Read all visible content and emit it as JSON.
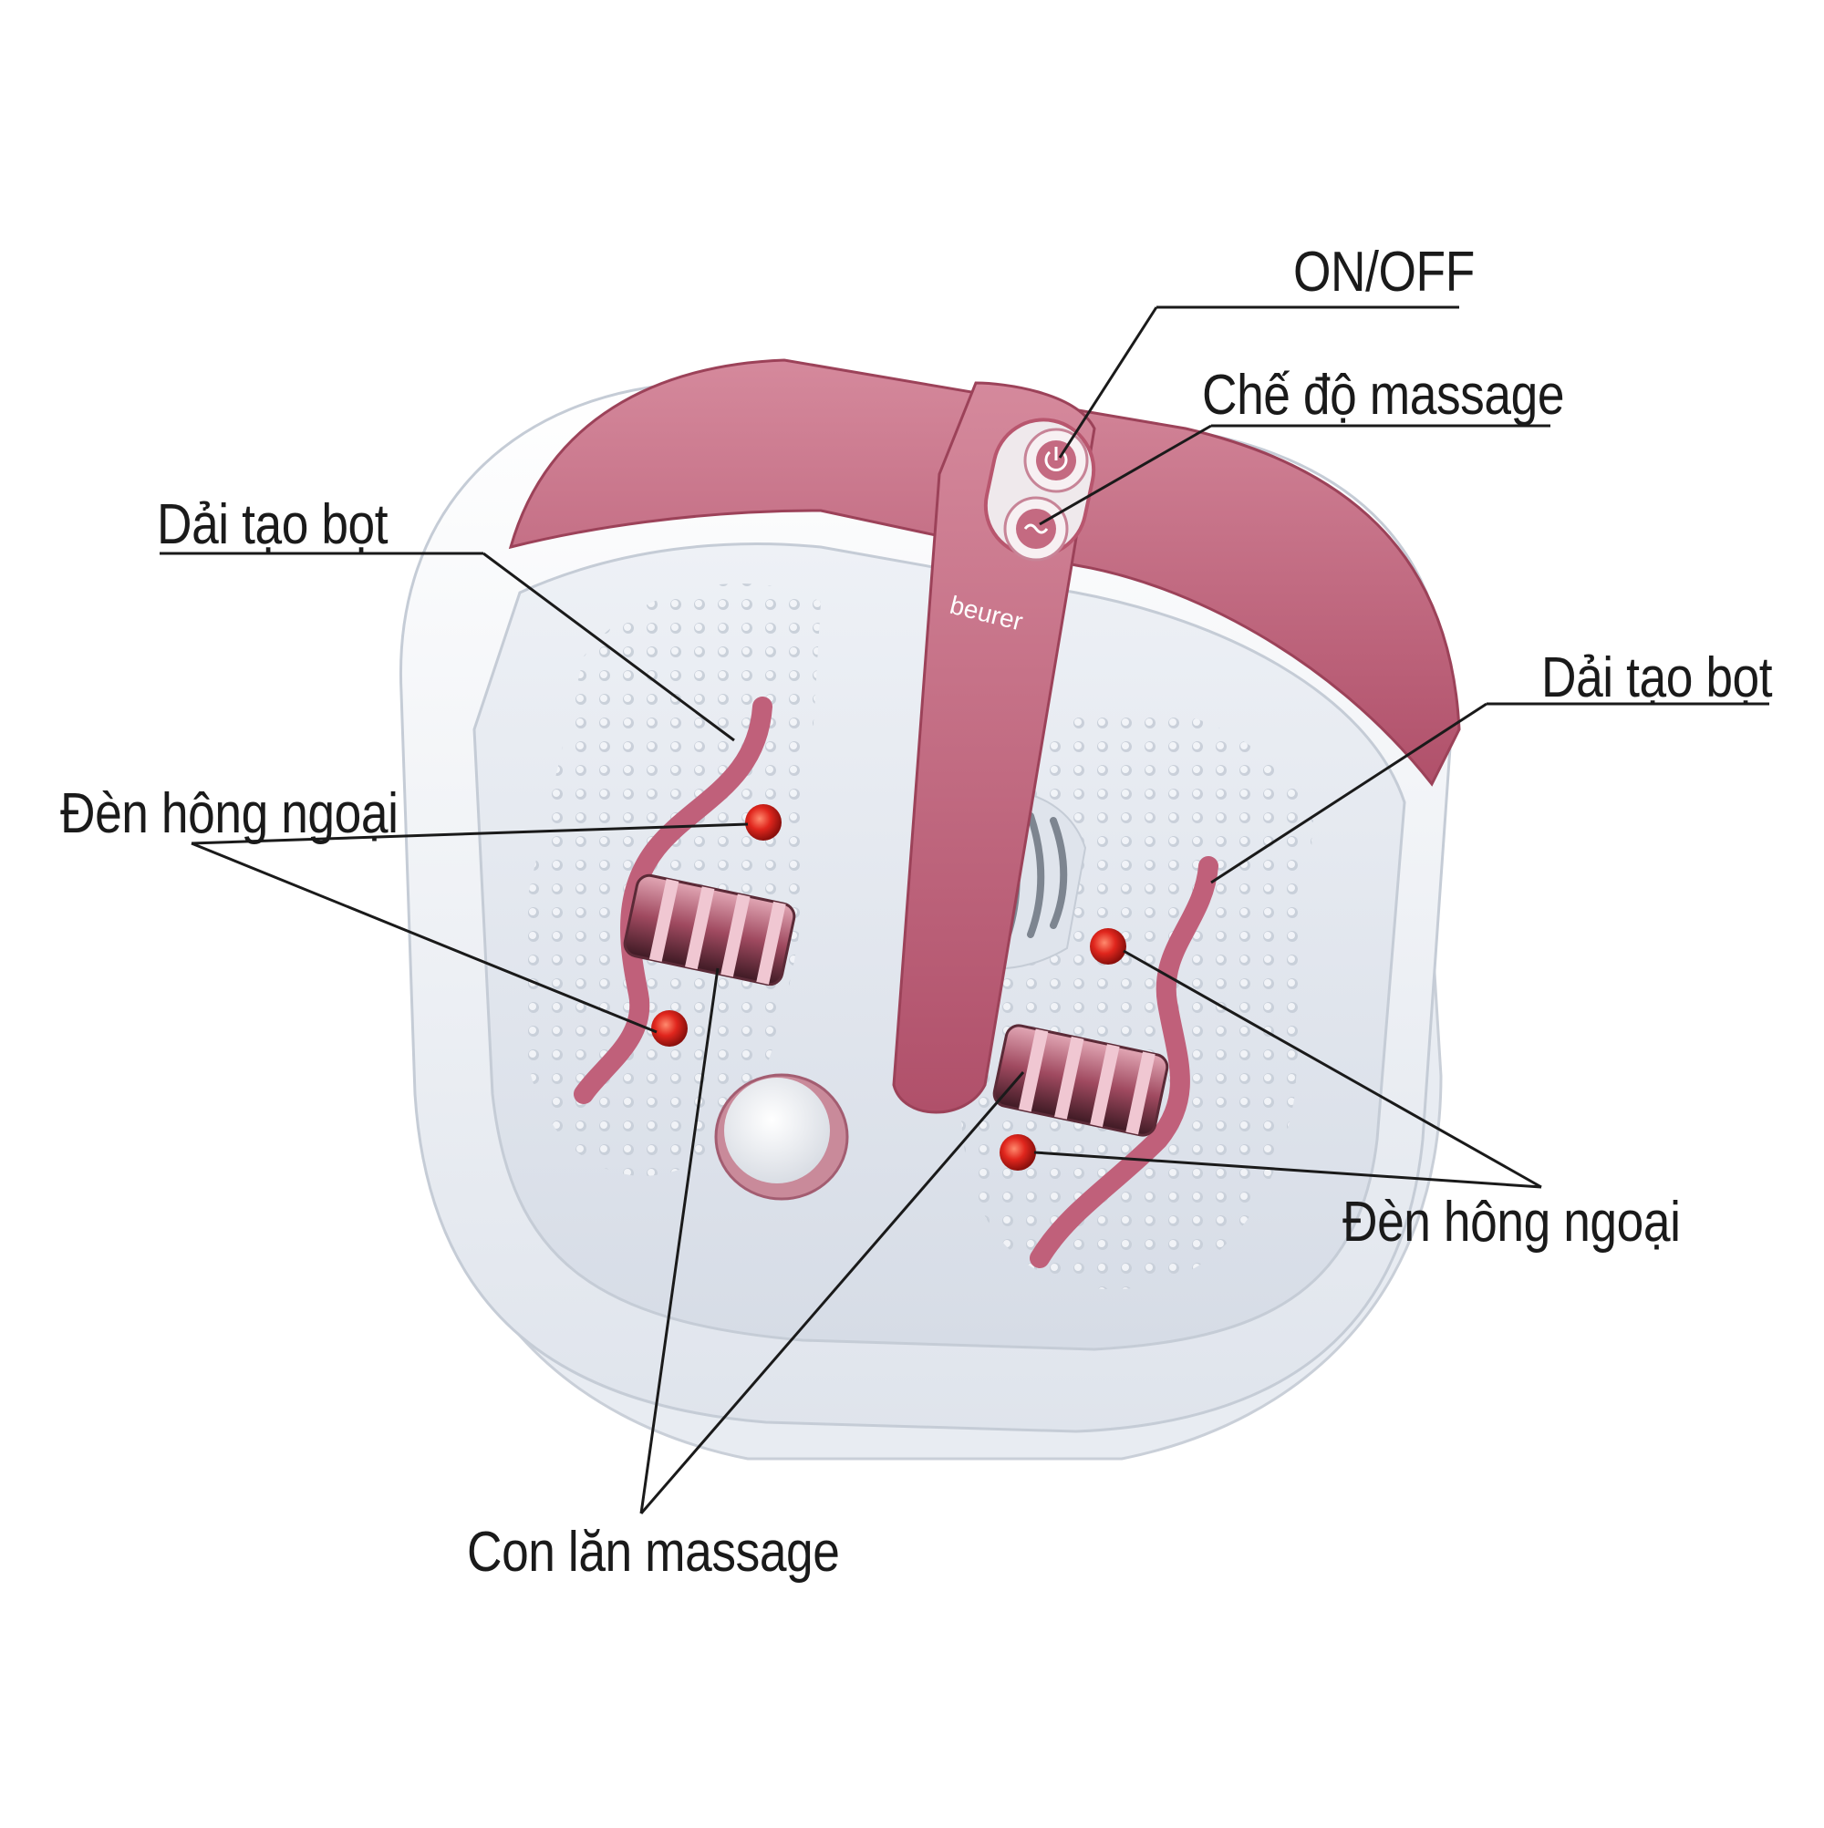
{
  "labels": {
    "on_off": "ON/OFF",
    "massage_mode": "Chế độ massage",
    "foam_strip_left": "Dải tạo bọt",
    "foam_strip_right": "Dải tạo bọt",
    "infrared_left": "Đèn hông ngoại",
    "infrared_right": "Đèn hông ngoại",
    "rollers": "Con lăn massage"
  },
  "product": {
    "brand": "beurer"
  },
  "colors": {
    "body_pink": "#b8566e",
    "body_pink_light": "#d9889b",
    "basin_white": "#f4f6f9",
    "infrared_red": "#d0201c",
    "leader_line": "#1a1a1a"
  }
}
